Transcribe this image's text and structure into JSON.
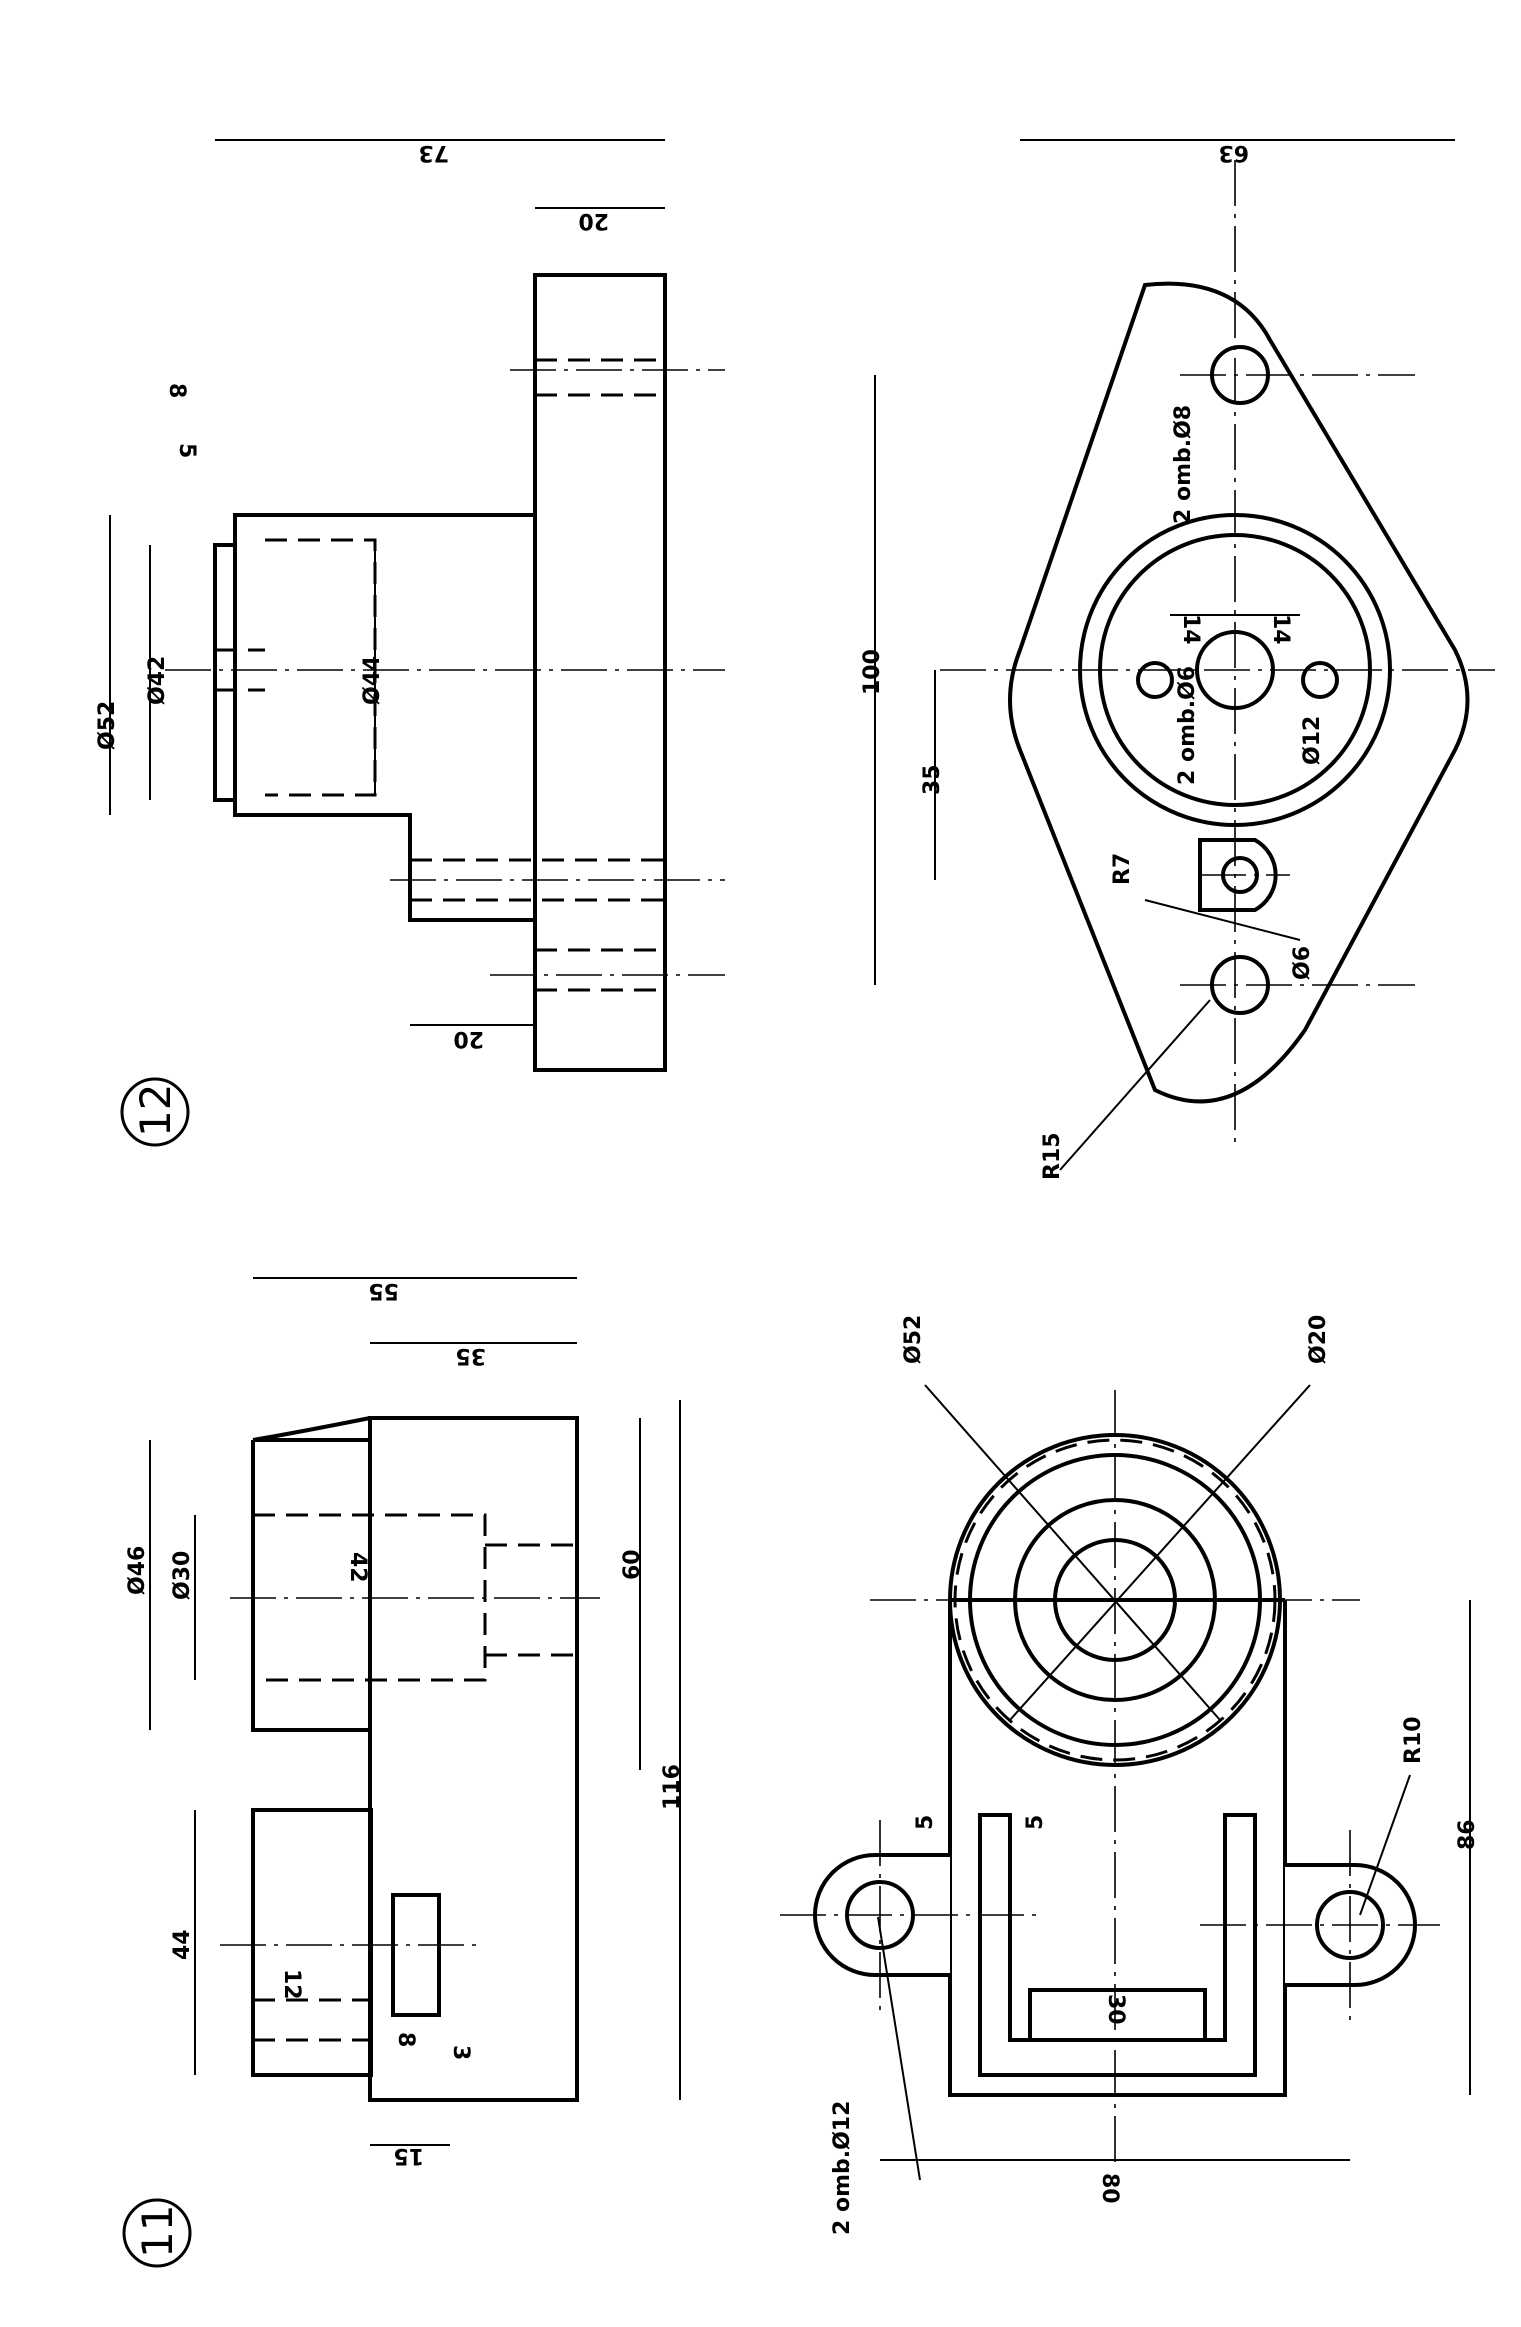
{
  "drawings": [
    {
      "number": "11"
    },
    {
      "number": "12"
    }
  ],
  "labels": {
    "d11_front": [
      "55",
      "35",
      "Ø46",
      "Ø30",
      "42",
      "60",
      "116",
      "44",
      "12",
      "8",
      "3",
      "15"
    ],
    "d11_top": [
      "Ø52",
      "Ø20",
      "5",
      "5",
      "30",
      "R10",
      "86",
      "2 omb.Ø12",
      "80"
    ],
    "d12_front": [
      "73",
      "20",
      "8",
      "5",
      "Ø52",
      "Ø42",
      "Ø44",
      "20"
    ],
    "d12_top": [
      "63",
      "2 omb.Ø8",
      "14",
      "14",
      "100",
      "35",
      "2 omb.Ø6",
      "Ø12",
      "R7",
      "Ø6",
      "R15"
    ]
  }
}
